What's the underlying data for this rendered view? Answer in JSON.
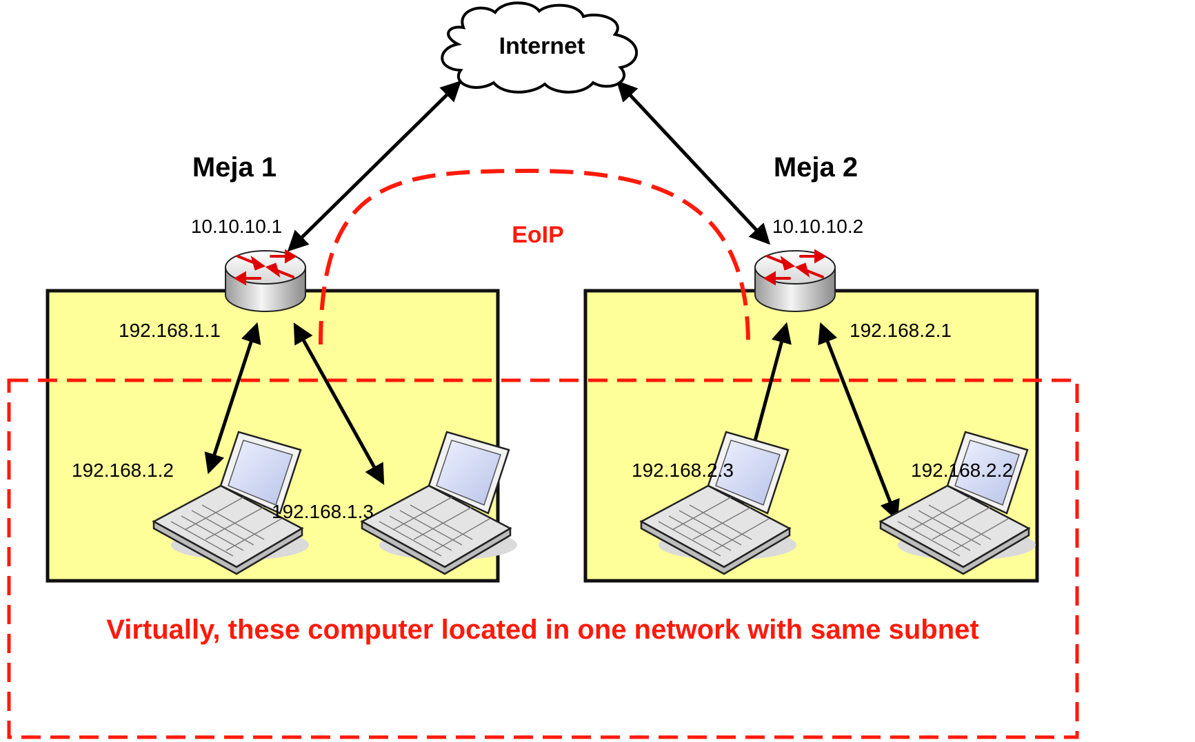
{
  "internet": {
    "label": "Internet"
  },
  "site1": {
    "title": "Meja 1",
    "wan_ip": "10.10.10.1",
    "lan_ip": "192.168.1.1",
    "laptops": [
      {
        "ip": "192.168.1.2"
      },
      {
        "ip": "192.168.1.3"
      }
    ]
  },
  "site2": {
    "title": "Meja 2",
    "wan_ip": "10.10.10.2",
    "lan_ip": "192.168.2.1",
    "laptops": [
      {
        "ip": "192.168.2.3"
      },
      {
        "ip": "192.168.2.2"
      }
    ]
  },
  "tunnel": {
    "label": "EoIP"
  },
  "caption": "Virtually, these computer located in one network with same subnet",
  "colors": {
    "site_fill": "#ffff99",
    "tunnel": "#ff1a0a",
    "link": "#000000"
  },
  "icons": [
    "cloud-icon",
    "router-icon",
    "laptop-icon"
  ]
}
